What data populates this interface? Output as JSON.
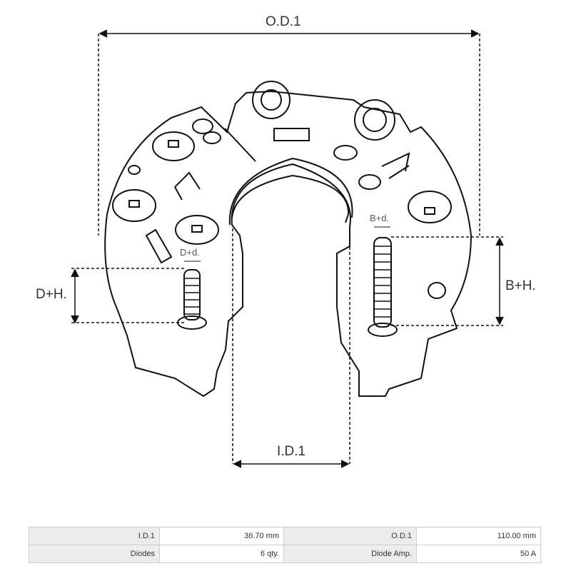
{
  "diagram": {
    "labels": {
      "od": "O.D.1",
      "id": "I.D.1",
      "dh": "D+H.",
      "bh": "B+H.",
      "dd": "D+d.",
      "bd": "B+d."
    }
  },
  "specs": {
    "rows": [
      [
        {
          "label": "I.D.1",
          "value": "36.70 mm"
        },
        {
          "label": "O.D.1",
          "value": "110.00 mm"
        }
      ],
      [
        {
          "label": "Diodes",
          "value": "6 qty."
        },
        {
          "label": "Diode Amp.",
          "value": "50 A"
        }
      ]
    ]
  }
}
